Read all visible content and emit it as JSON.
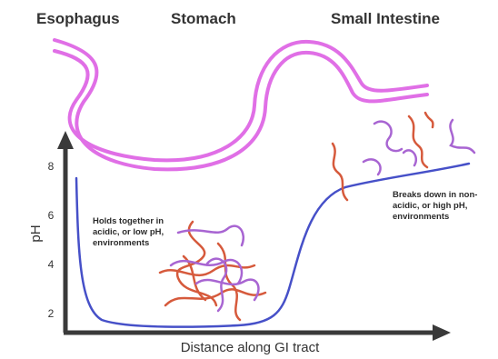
{
  "organs": {
    "esophagus": "Esophagus",
    "stomach": "Stomach",
    "small_intestine": "Small Intestine"
  },
  "axes": {
    "y_label": "pH",
    "x_label": "Distance along GI tract",
    "y_ticks": [
      "8",
      "6",
      "4",
      "2"
    ]
  },
  "annotations": {
    "low_ph": [
      "Holds together in",
      "acidic, or low pH,",
      "environments"
    ],
    "high_ph": [
      "Breaks down in non-",
      "acidic, or high pH,",
      "environments"
    ]
  },
  "colors": {
    "tract": "#e06fe6",
    "curve": "#4650c8",
    "axis": "#3a3a3a",
    "strand_red": "#d65a3c",
    "strand_purple": "#a865d2"
  }
}
